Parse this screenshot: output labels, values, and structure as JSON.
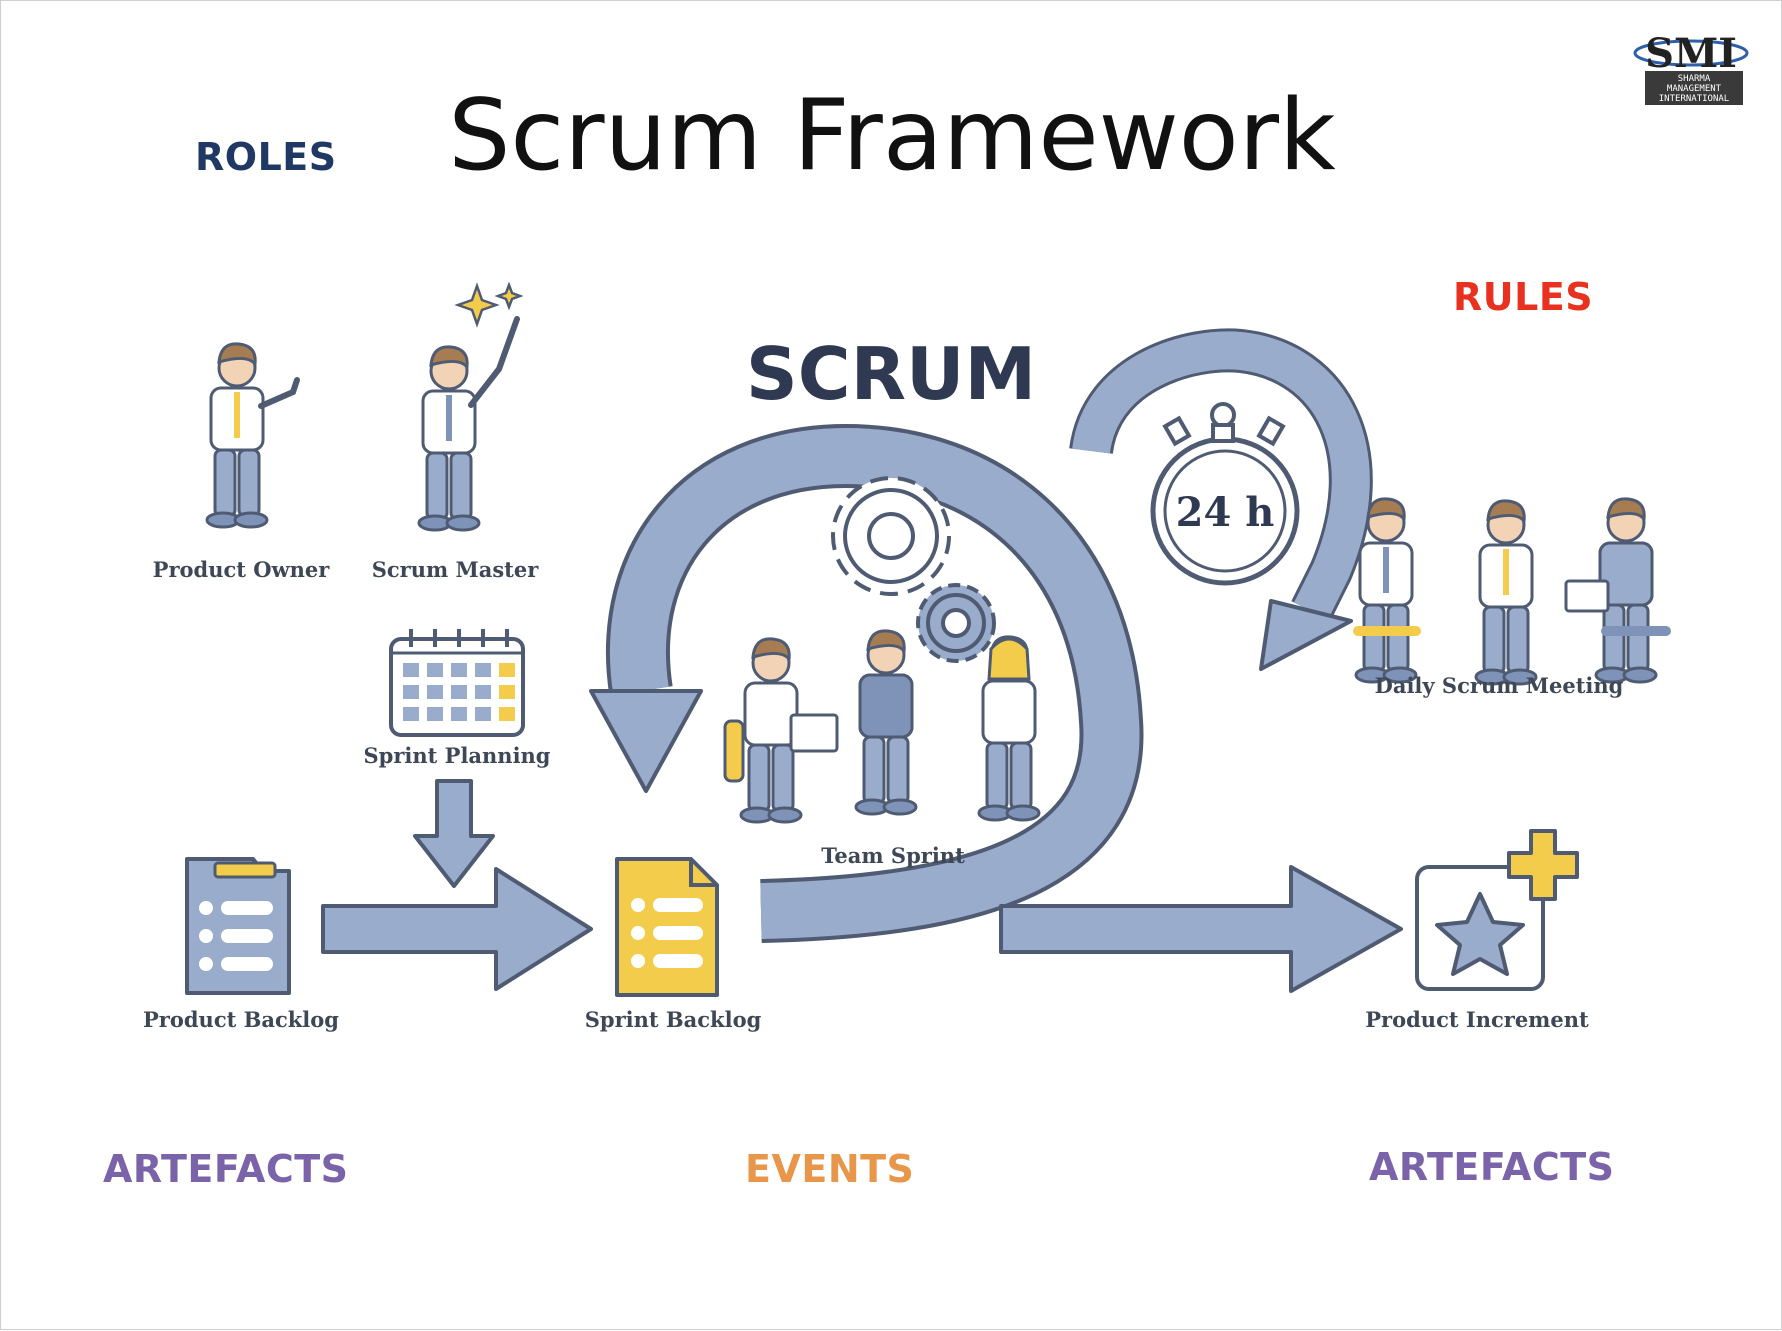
{
  "title": "Scrum Framework",
  "labels": {
    "roles": "ROLES",
    "rules": "RULES",
    "artefacts_left": "ARTEFACTS",
    "events": "EVENTS",
    "artefacts_right": "ARTEFACTS"
  },
  "diagram": {
    "center_word": "SCRUM",
    "timer_text": "24 h",
    "nodes": {
      "product_owner": "Product Owner",
      "scrum_master": "Scrum Master",
      "sprint_planning": "Sprint Planning",
      "team_sprint": "Team Sprint",
      "daily_scrum": "Daily Scrum Meeting",
      "product_backlog": "Product Backlog",
      "sprint_backlog": "Sprint Backlog",
      "product_increment": "Product Increment"
    }
  },
  "logo": {
    "mark": "SMI",
    "line1": "SHARMA",
    "line2": "MANAGEMENT",
    "line3": "INTERNATIONAL"
  },
  "colors": {
    "roles": "#1f3864",
    "rules": "#e8321f",
    "artefacts": "#7a63a8",
    "events": "#e8964a",
    "flow": "#9aaccb",
    "outline": "#4f5b73",
    "accent_yellow": "#f2cc4a"
  }
}
